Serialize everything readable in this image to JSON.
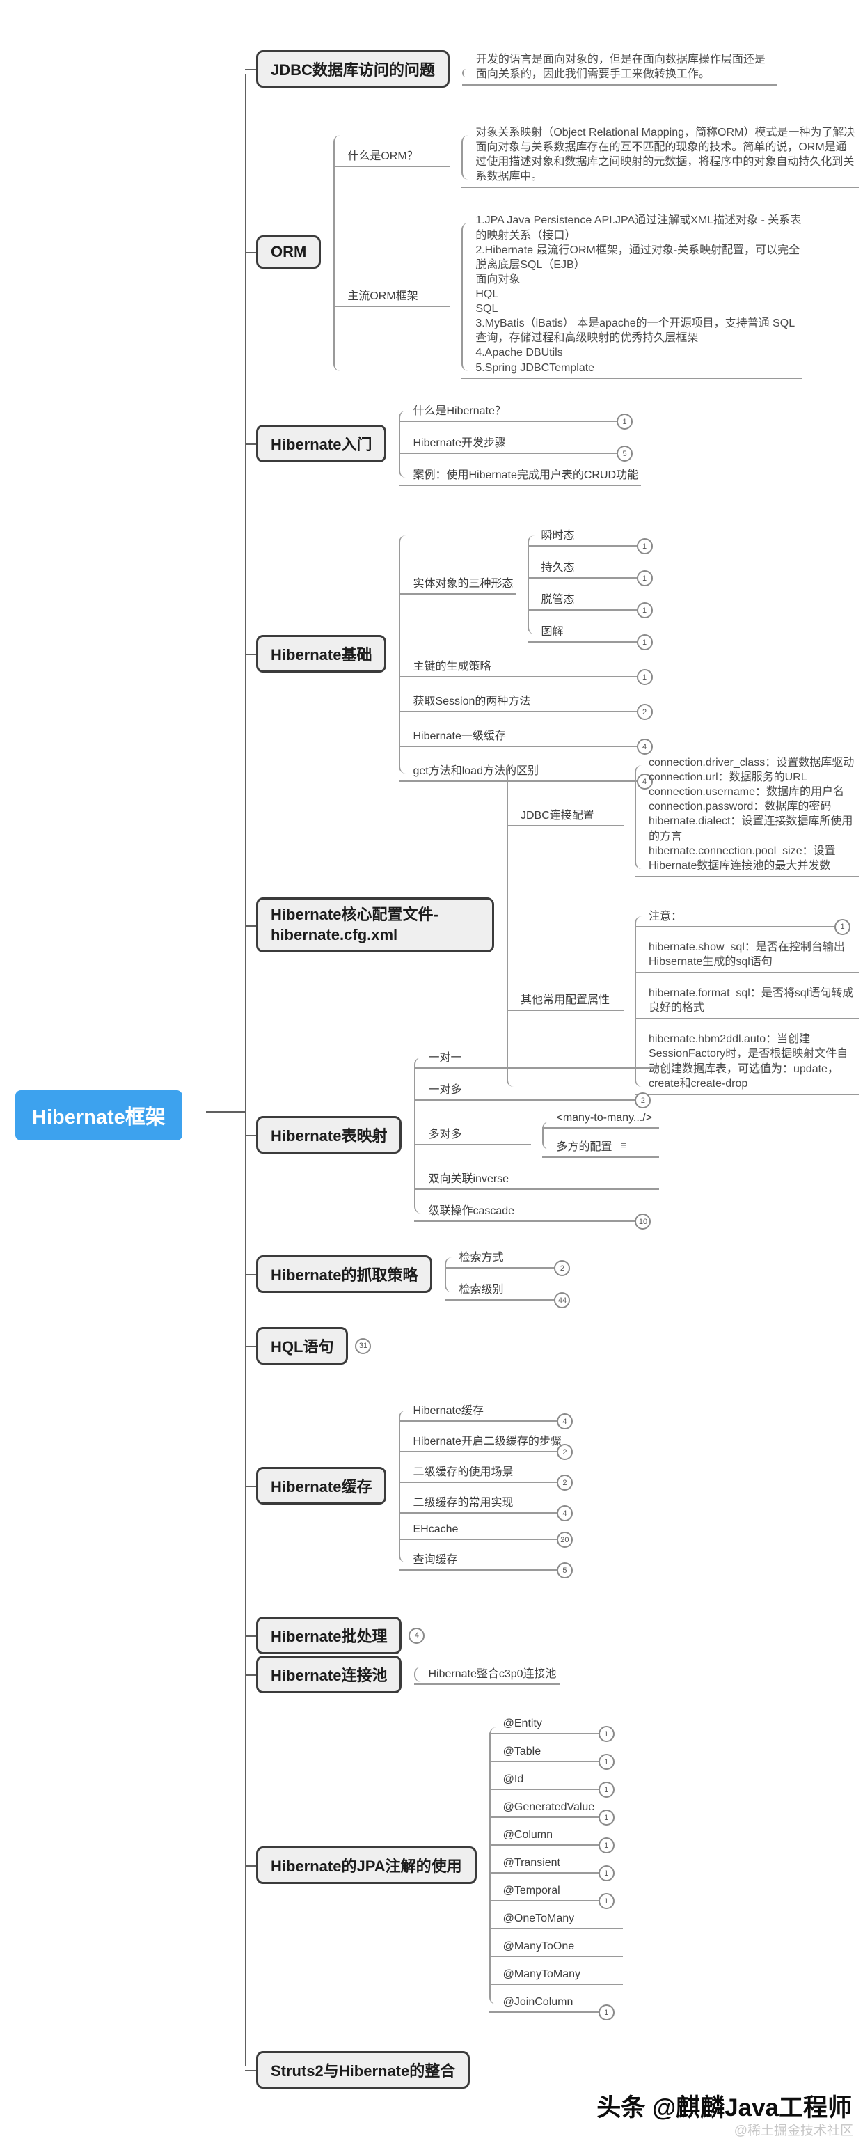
{
  "meta": {
    "accent_color": "#3da2ee",
    "box_fill": "#efefef",
    "box_border": "#3b3b3b",
    "line_color": "#9a9a9a",
    "icons": {
      "notes_icon": "≡"
    }
  },
  "root": {
    "label": "Hibernate框架"
  },
  "branches": [
    {
      "id": "jdbc-problem",
      "label": "JDBC数据库访问的问题",
      "children": [
        {
          "type": "text",
          "label": "开发的语言是面向对象的，但是在面向数据库操作层面还是面向关系的，因此我们需要手工来做转换工作。"
        }
      ]
    },
    {
      "id": "orm",
      "label": "ORM",
      "children": [
        {
          "label": "什么是ORM？",
          "children": [
            {
              "type": "text",
              "label": "对象关系映射（Object Relational Mapping，简称ORM）模式是一种为了解决面向对象与关系数据库存在的互不匹配的现象的技术。简单的说，ORM是通过使用描述对象和数据库之间映射的元数据，将程序中的对象自动持久化到关系数据库中。"
            }
          ]
        },
        {
          "label": "主流ORM框架",
          "children": [
            {
              "type": "text",
              "label": "1.JPA Java Persistence API.JPA通过注解或XML描述对象 - 关系表的映射关系（接口）\n2.Hibernate 最流行ORM框架，通过对象-关系映射配置，可以完全脱离底层SQL（EJB）\n面向对象\nHQL\nSQL\n3.MyBatis（iBatis） 本是apache的一个开源项目，支持普通 SQL查询，存储过程和高级映射的优秀持久层框架\n4.Apache DBUtils\n5.Spring JDBCTemplate"
            }
          ]
        }
      ]
    },
    {
      "id": "intro",
      "label": "Hibernate入门",
      "children": [
        {
          "label": "什么是Hibernate？",
          "badge": "1"
        },
        {
          "label": "Hibernate开发步骤",
          "badge": "5"
        },
        {
          "label": "案例：使用Hibernate完成用户表的CRUD功能"
        }
      ]
    },
    {
      "id": "basics",
      "label": "Hibernate基础",
      "children": [
        {
          "label": "实体对象的三种形态",
          "children": [
            {
              "label": "瞬时态",
              "badge": "1"
            },
            {
              "label": "持久态",
              "badge": "1"
            },
            {
              "label": "脱管态",
              "badge": "1"
            },
            {
              "label": "图解",
              "badge": "1"
            }
          ]
        },
        {
          "label": "主键的生成策略",
          "badge": "1"
        },
        {
          "label": "获取Session的两种方法",
          "badge": "2"
        },
        {
          "label": "Hibernate一级缓存",
          "badge": "4"
        },
        {
          "label": "get方法和load方法的区别",
          "badge": "4"
        }
      ]
    },
    {
      "id": "config",
      "label": "Hibernate核心配置文件-hibernate.cfg.xml",
      "children": [
        {
          "label": "JDBC连接配置",
          "children": [
            {
              "type": "text",
              "label": "connection.driver_class：设置数据库驱动\nconnection.url：数据服务的URL\nconnection.username：数据库的用户名\nconnection.password：数据库的密码\nhibernate.dialect：设置连接数据库所使用的方言\nhibernate.connection.pool_size：设置Hibernate数据库连接池的最大并发数"
            }
          ]
        },
        {
          "label": "其他常用配置属性",
          "children": [
            {
              "label": "注意：",
              "badge": "1"
            },
            {
              "type": "text",
              "label": "hibernate.show_sql：是否在控制台输出Hibsernate生成的sql语句"
            },
            {
              "type": "text",
              "label": "hibernate.format_sql：是否将sql语句转成良好的格式"
            },
            {
              "type": "text",
              "label": "hibernate.hbm2ddl.auto：当创建SessionFactory时，是否根据映射文件自动创建数据库表，可选值为：update，create和create-drop"
            }
          ]
        }
      ]
    },
    {
      "id": "mapping",
      "label": "Hibernate表映射",
      "children": [
        {
          "label": "一对一"
        },
        {
          "label": "一对多",
          "badge": "2"
        },
        {
          "label": "多对多",
          "children": [
            {
              "label": "<many-to-many.../>"
            },
            {
              "label": "多方的配置",
              "notes": true
            }
          ]
        },
        {
          "label": "双向关联inverse"
        },
        {
          "label": "级联操作cascade",
          "badge": "10"
        }
      ]
    },
    {
      "id": "fetch",
      "label": "Hibernate的抓取策略",
      "children": [
        {
          "label": "检索方式",
          "badge": "2"
        },
        {
          "label": "检索级别",
          "badge": "44"
        }
      ]
    },
    {
      "id": "hql",
      "label": "HQL语句",
      "badge": "31"
    },
    {
      "id": "cache",
      "label": "Hibernate缓存",
      "children": [
        {
          "label": "Hibernate缓存",
          "badge": "4"
        },
        {
          "label": "Hibernate开启二级缓存的步骤",
          "badge": "2"
        },
        {
          "label": "二级缓存的使用场景",
          "badge": "2"
        },
        {
          "label": "二级缓存的常用实现",
          "badge": "4"
        },
        {
          "label": "EHcache",
          "badge": "20"
        },
        {
          "label": "查询缓存",
          "badge": "5"
        }
      ]
    },
    {
      "id": "batch",
      "label": "Hibernate批处理",
      "badge": "4"
    },
    {
      "id": "pool",
      "label": "Hibernate连接池",
      "children": [
        {
          "label": "Hibernate整合c3p0连接池"
        }
      ]
    },
    {
      "id": "jpa",
      "label": "Hibernate的JPA注解的使用",
      "children": [
        {
          "label": "@Entity",
          "badge": "1"
        },
        {
          "label": "@Table",
          "badge": "1"
        },
        {
          "label": "@Id",
          "badge": "1"
        },
        {
          "label": "@GeneratedValue",
          "badge": "1"
        },
        {
          "label": "@Column",
          "badge": "1"
        },
        {
          "label": "@Transient",
          "badge": "1"
        },
        {
          "label": "@Temporal",
          "badge": "1"
        },
        {
          "label": "@OneToMany"
        },
        {
          "label": "@ManyToOne"
        },
        {
          "label": "@ManyToMany"
        },
        {
          "label": "@JoinColumn",
          "badge": "1"
        }
      ]
    },
    {
      "id": "struts",
      "label": "Struts2与Hibernate的整合"
    }
  ],
  "footer": {
    "byline": "头条 @麒麟Java工程师",
    "watermark": "@稀土掘金技术社区"
  }
}
